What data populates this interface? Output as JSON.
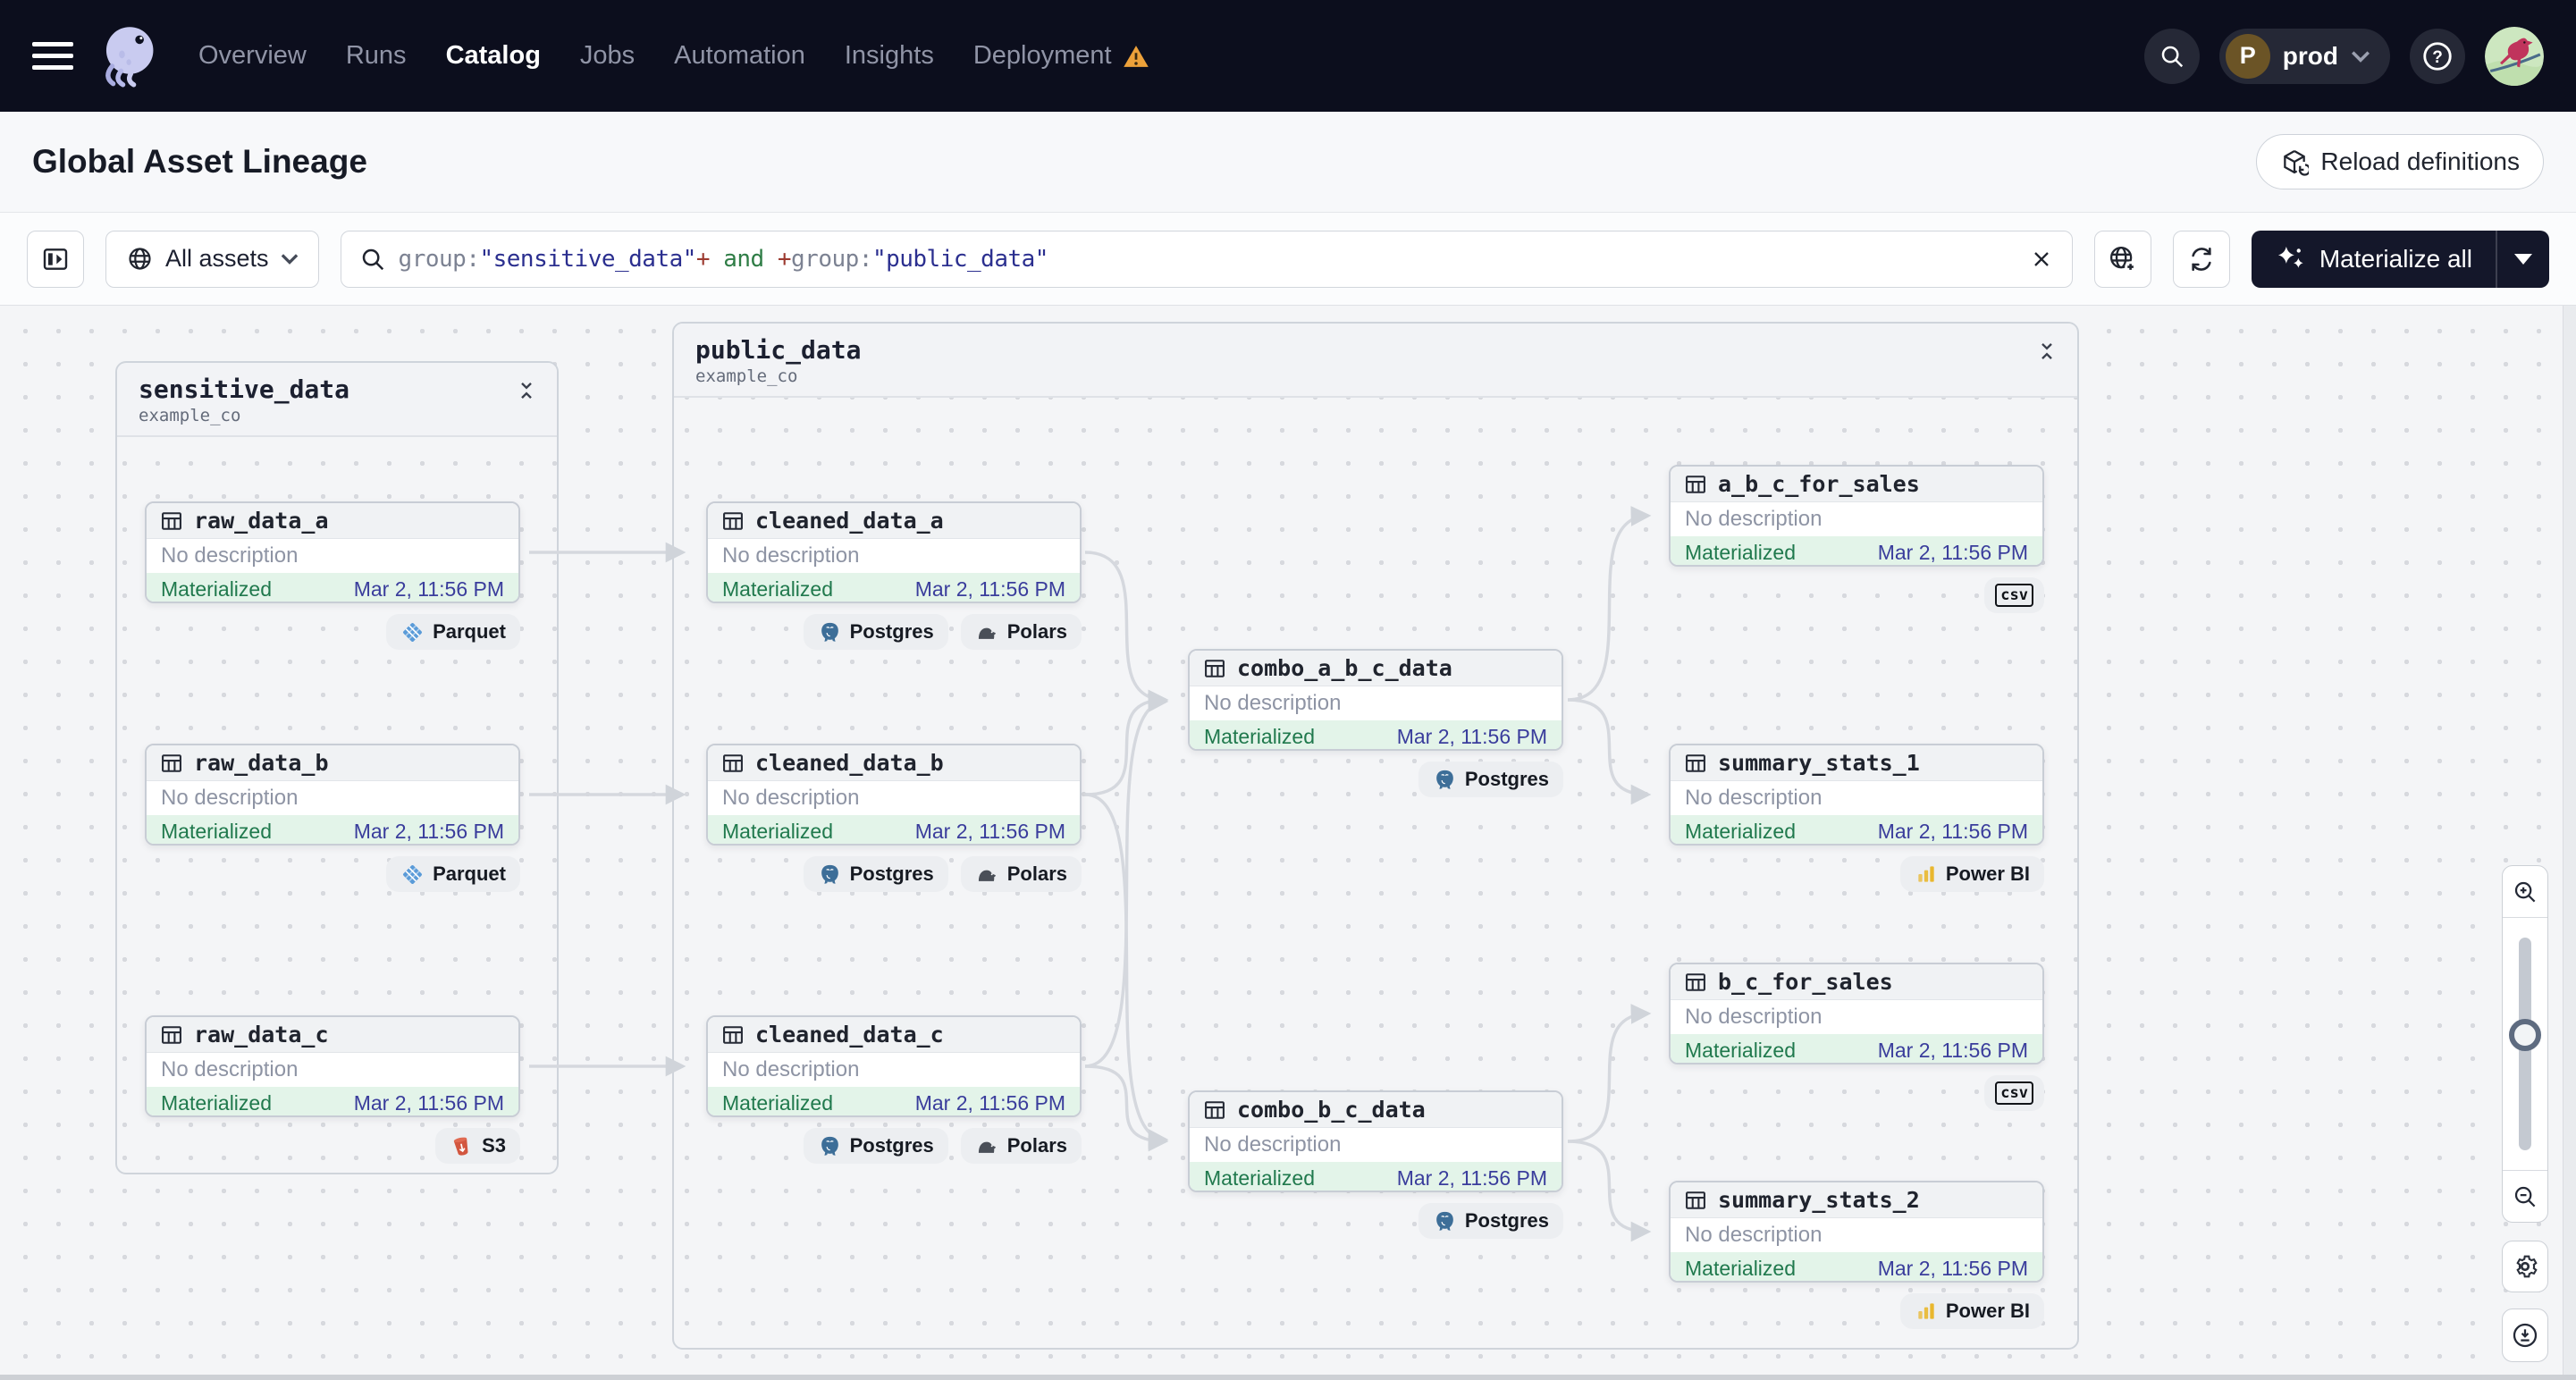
{
  "nav": {
    "items": [
      "Overview",
      "Runs",
      "Catalog",
      "Jobs",
      "Automation",
      "Insights",
      "Deployment"
    ],
    "active_item": "Catalog",
    "environment": "prod",
    "environment_badge": "P"
  },
  "header": {
    "title": "Global Asset Lineage",
    "reload_button": "Reload definitions"
  },
  "toolbar": {
    "scope_label": "All assets",
    "materialize_label": "Materialize all",
    "query_segments": [
      {
        "text": "group:",
        "kind": "key"
      },
      {
        "text": "\"sensitive_data\"",
        "kind": "str"
      },
      {
        "text": "+",
        "kind": "op"
      },
      {
        "text": " and ",
        "kind": "and"
      },
      {
        "text": "+",
        "kind": "op"
      },
      {
        "text": "group:",
        "kind": "key"
      },
      {
        "text": "\"public_data\"",
        "kind": "str"
      }
    ]
  },
  "graph": {
    "groups": [
      {
        "name": "sensitive_data",
        "repo": "example_co"
      },
      {
        "name": "public_data",
        "repo": "example_co"
      }
    ],
    "nodes": [
      {
        "name": "raw_data_a",
        "description": "No description",
        "status": "Materialized",
        "timestamp": "Mar 2, 11:56 PM",
        "badges": [
          "Parquet"
        ]
      },
      {
        "name": "raw_data_b",
        "description": "No description",
        "status": "Materialized",
        "timestamp": "Mar 2, 11:56 PM",
        "badges": [
          "Parquet"
        ]
      },
      {
        "name": "raw_data_c",
        "description": "No description",
        "status": "Materialized",
        "timestamp": "Mar 2, 11:56 PM",
        "badges": [
          "S3"
        ]
      },
      {
        "name": "cleaned_data_a",
        "description": "No description",
        "status": "Materialized",
        "timestamp": "Mar 2, 11:56 PM",
        "badges": [
          "Postgres",
          "Polars"
        ]
      },
      {
        "name": "cleaned_data_b",
        "description": "No description",
        "status": "Materialized",
        "timestamp": "Mar 2, 11:56 PM",
        "badges": [
          "Postgres",
          "Polars"
        ]
      },
      {
        "name": "cleaned_data_c",
        "description": "No description",
        "status": "Materialized",
        "timestamp": "Mar 2, 11:56 PM",
        "badges": [
          "Postgres",
          "Polars"
        ]
      },
      {
        "name": "combo_a_b_c_data",
        "description": "No description",
        "status": "Materialized",
        "timestamp": "Mar 2, 11:56 PM",
        "badges": [
          "Postgres"
        ]
      },
      {
        "name": "combo_b_c_data",
        "description": "No description",
        "status": "Materialized",
        "timestamp": "Mar 2, 11:56 PM",
        "badges": [
          "Postgres"
        ]
      },
      {
        "name": "a_b_c_for_sales",
        "description": "No description",
        "status": "Materialized",
        "timestamp": "Mar 2, 11:56 PM",
        "badges": [
          "csv"
        ]
      },
      {
        "name": "summary_stats_1",
        "description": "No description",
        "status": "Materialized",
        "timestamp": "Mar 2, 11:56 PM",
        "badges": [
          "Power BI"
        ]
      },
      {
        "name": "b_c_for_sales",
        "description": "No description",
        "status": "Materialized",
        "timestamp": "Mar 2, 11:56 PM",
        "badges": [
          "csv"
        ]
      },
      {
        "name": "summary_stats_2",
        "description": "No description",
        "status": "Materialized",
        "timestamp": "Mar 2, 11:56 PM",
        "badges": [
          "Power BI"
        ]
      }
    ]
  },
  "colors": {
    "nav_bg": "#0c0e1d",
    "materialized_green": "#20794d",
    "timestamp_indigo": "#3a3d9c",
    "warning_orange": "#eda13a",
    "edge_gray": "#d5d8de"
  }
}
